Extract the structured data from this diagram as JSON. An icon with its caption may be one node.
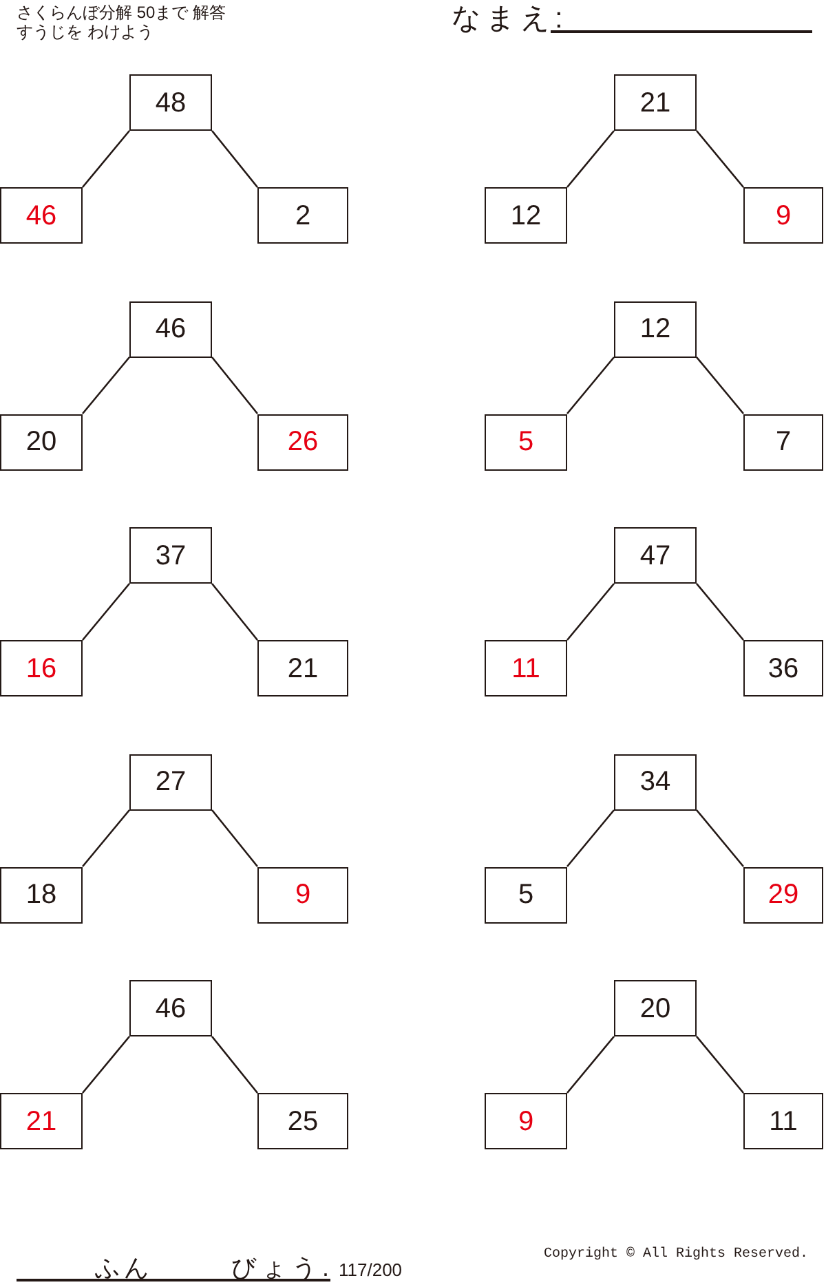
{
  "diagram": {
    "title": "さくらんぼ分解 50まで 解答",
    "nodes": [
      {
        "text": [
          "48"
        ]
      },
      {
        "text": [
          "46"
        ]
      },
      {
        "text": [
          "2"
        ]
      },
      {
        "text": [
          "21"
        ]
      },
      {
        "text": [
          "12"
        ]
      },
      {
        "text": [
          "9"
        ]
      },
      {
        "text": [
          "46"
        ]
      },
      {
        "text": [
          "20"
        ]
      },
      {
        "text": [
          "26"
        ]
      },
      {
        "text": [
          "12"
        ]
      },
      {
        "text": [
          "5"
        ]
      },
      {
        "text": [
          "7"
        ]
      },
      {
        "text": [
          "37"
        ]
      },
      {
        "text": [
          "16"
        ]
      },
      {
        "text": [
          "21"
        ]
      },
      {
        "text": [
          "47"
        ]
      },
      {
        "text": [
          "11"
        ]
      },
      {
        "text": [
          "36"
        ]
      },
      {
        "text": [
          "27"
        ]
      },
      {
        "text": [
          "18"
        ]
      },
      {
        "text": [
          "9"
        ]
      },
      {
        "text": [
          "34"
        ]
      },
      {
        "text": [
          "5"
        ]
      },
      {
        "text": [
          "29"
        ]
      },
      {
        "text": [
          "46"
        ]
      },
      {
        "text": [
          "21"
        ]
      },
      {
        "text": [
          "25"
        ]
      },
      {
        "text": [
          "20"
        ]
      },
      {
        "text": [
          "9"
        ]
      },
      {
        "text": [
          "11"
        ]
      }
    ],
    "edges": [
      {
        "from": 0,
        "to": 1,
        "arrow": "none"
      },
      {
        "from": 0,
        "to": 2,
        "arrow": "none"
      },
      {
        "from": 3,
        "to": 4,
        "arrow": "none"
      },
      {
        "from": 3,
        "to": 5,
        "arrow": "none"
      },
      {
        "from": 6,
        "to": 7,
        "arrow": "none"
      },
      {
        "from": 6,
        "to": 8,
        "arrow": "none"
      },
      {
        "from": 9,
        "to": 10,
        "arrow": "none"
      },
      {
        "from": 9,
        "to": 11,
        "arrow": "none"
      },
      {
        "from": 12,
        "to": 13,
        "arrow": "none"
      },
      {
        "from": 12,
        "to": 14,
        "arrow": "none"
      },
      {
        "from": 15,
        "to": 16,
        "arrow": "none"
      },
      {
        "from": 15,
        "to": 17,
        "arrow": "none"
      },
      {
        "from": 18,
        "to": 19,
        "arrow": "none"
      },
      {
        "from": 18,
        "to": 20,
        "arrow": "none"
      },
      {
        "from": 21,
        "to": 22,
        "arrow": "none"
      },
      {
        "from": 21,
        "to": 23,
        "arrow": "none"
      },
      {
        "from": 24,
        "to": 25,
        "arrow": "none"
      },
      {
        "from": 24,
        "to": 26,
        "arrow": "none"
      },
      {
        "from": 27,
        "to": 28,
        "arrow": "none"
      },
      {
        "from": 27,
        "to": 29,
        "arrow": "none"
      }
    ],
    "labels": [
      "すうじを わけよう",
      "なまえ:",
      "ふん",
      "びょう.",
      "117/200",
      "Copyright © All Rights Reserved."
    ]
  }
}
